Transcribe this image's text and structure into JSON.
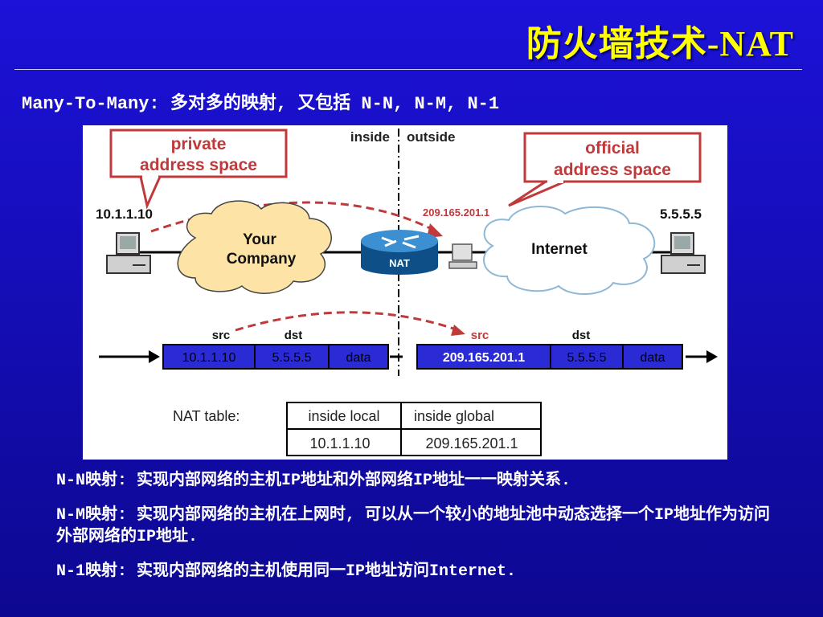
{
  "title": "防火墙技术-NAT",
  "subtitle": "Many-To-Many: 多对多的映射, 又包括 N-N, N-M, N-1",
  "diagram": {
    "inside_label": "inside",
    "outside_label": "outside",
    "callout_private": [
      "private",
      "address space"
    ],
    "callout_official": [
      "official",
      "address space"
    ],
    "inside_host_ip": "10.1.1.10",
    "outside_host_ip": "5.5.5.5",
    "nat_ip": "209.165.201.1",
    "cloud_company": [
      "Your",
      "Company"
    ],
    "cloud_internet": "Internet",
    "router_label": "NAT",
    "src_label": "src",
    "dst_label": "dst",
    "packet_in": [
      "10.1.1.10",
      "5.5.5.5",
      "data"
    ],
    "packet_out": [
      "209.165.201.1",
      "5.5.5.5",
      "data"
    ],
    "nat_table_label": "NAT table:",
    "nat_table_headers": [
      "inside local",
      "inside global"
    ],
    "nat_table_row": [
      "10.1.1.10",
      "209.165.201.1"
    ],
    "colors": {
      "callout": "#c0393b",
      "company_cloud": "#fde4a6",
      "internet_cloud": "#ffffff",
      "packet_in": "#2b2bd6",
      "packet_out": "#2b2bd6",
      "router": "#1f6fae"
    }
  },
  "notes": [
    "N-N映射: 实现内部网络的主机IP地址和外部网络IP地址一一映射关系.",
    "N-M映射: 实现内部网络的主机在上网时, 可以从一个较小的地址池中动态选择一个IP地址作为访问外部网络的IP地址.",
    "N-1映射: 实现内部网络的主机使用同一IP地址访问Internet."
  ]
}
